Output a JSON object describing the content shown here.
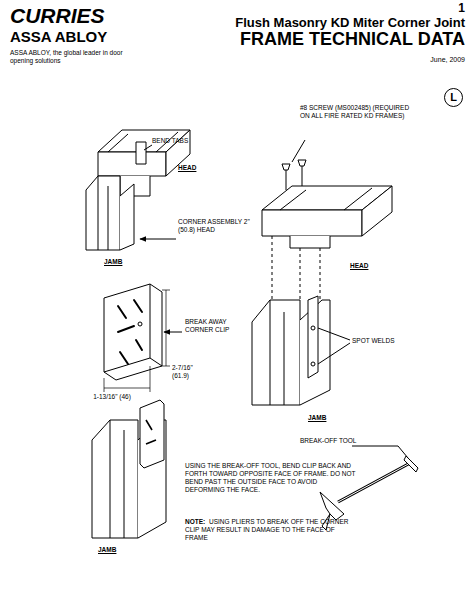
{
  "diagram": {
    "title": "Flush Masonry KD Miter Corner Joint",
    "nodes": [
      {
        "text": [
          "L"
        ]
      }
    ],
    "labels": [
      "1",
      "FRAME TECHNICAL DATA",
      "CURRIES",
      "ASSA ABLOY",
      "ASSA ABLOY, the global leader in door opening solutions",
      "June, 2009",
      "BEND TABS",
      "HEAD",
      "CORNER ASSEMBLY 2\" (50.8) HEAD",
      "JAMB",
      "#8 SCREW (MS002485) (REQUIRED ON ALL FIRE RATED KD FRAMES)",
      "HEAD",
      "SPOT WELDS",
      "JAMB",
      "BREAK AWAY CORNER CLIP",
      "2-7/16\" (61.9)",
      "1-13/16\" (46)",
      "BREAK-OFF TOOL",
      "USING THE BREAK-OFF TOOL, BEND CLIP BACK AND FORTH TOWARD OPPOSITE FACE OF FRAME. DO NOT BEND PAST THE OUTSIDE FACE TO AVOID DEFORMING THE FACE.",
      "NOTE:",
      "USING PLIERS TO BREAK OFF THE CORNER CLIP MAY RESULT IN DAMAGE TO THE FACE OF FRAME",
      "JAMB"
    ]
  }
}
